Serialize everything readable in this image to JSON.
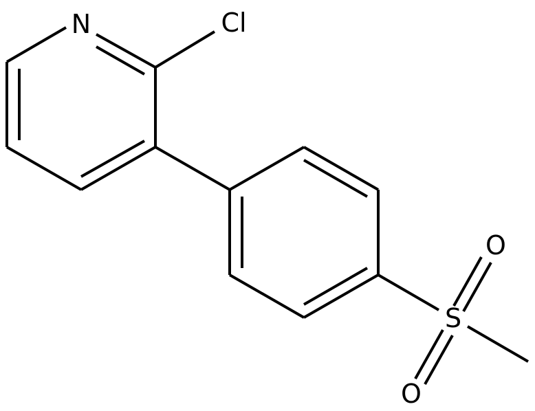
{
  "structure": {
    "atoms": {
      "nitrogen": "N",
      "chlorine": "Cl",
      "sulfur": "S",
      "oxygen_top": "O",
      "oxygen_bottom": "O"
    },
    "colors": {
      "bond": "#000000",
      "background": "#ffffff"
    }
  }
}
